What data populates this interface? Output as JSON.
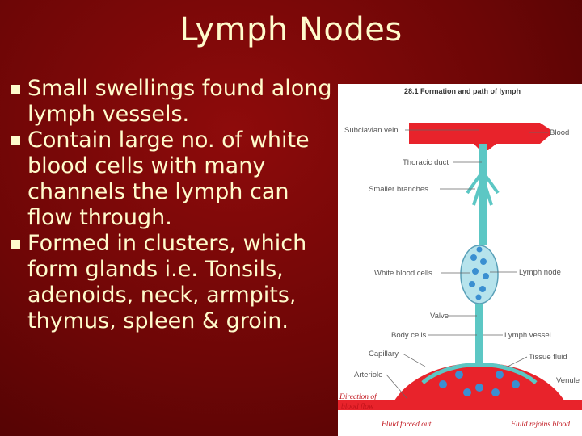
{
  "slide": {
    "title": "Lymph Nodes",
    "bullets": [
      "Small swellings found along lymph vessels.",
      "Contain large no. of white blood cells with many channels the lymph can flow through.",
      "Formed in clusters, which form glands i.e. Tonsils, adenoids, neck, armpits, thymus, spleen & groin."
    ]
  },
  "figure": {
    "title": "28.1 Formation and path of lymph",
    "labels": {
      "subclavian_vein": "Subclavian vein",
      "blood": "Blood",
      "thoracic_duct": "Thoracic duct",
      "smaller_branches": "Smaller branches",
      "white_blood_cells": "White blood cells",
      "lymph_node": "Lymph node",
      "valve": "Valve",
      "body_cells": "Body cells",
      "lymph_vessel": "Lymph vessel",
      "capillary": "Capillary",
      "tissue_fluid": "Tissue fluid",
      "arteriole": "Arteriole",
      "venule": "Venule",
      "direction_line1": "Direction of",
      "direction_line2": "blood flow",
      "fluid_forced_out": "Fluid forced out",
      "fluid_rejoins_blood": "Fluid rejoins blood"
    },
    "colors": {
      "blood_vessel": "#e8232b",
      "lymph": "#5cc7c4",
      "node_cell": "#3a8fd1"
    }
  }
}
